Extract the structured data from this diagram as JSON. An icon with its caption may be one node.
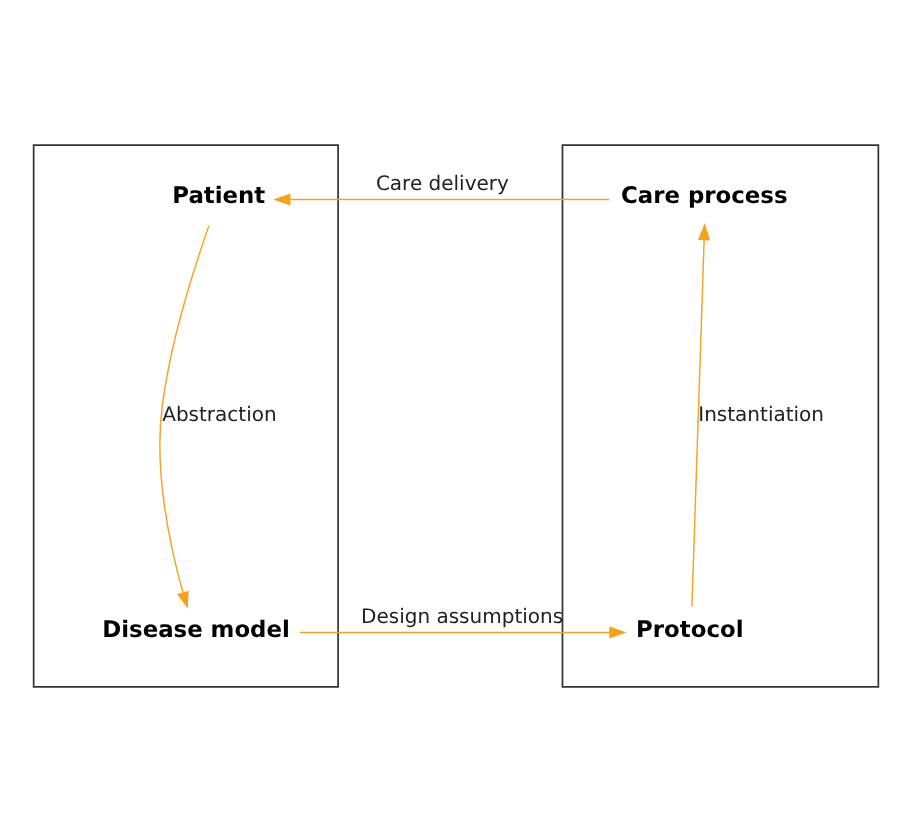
{
  "diagram": {
    "nodes": [
      {
        "text": [],
        "shape": "box"
      },
      {
        "text": [
          "Patient"
        ],
        "in": 0
      },
      {
        "text": [
          "Disease model"
        ],
        "in": 0
      },
      {
        "text": [],
        "shape": "box"
      },
      {
        "text": [
          "Care process"
        ],
        "in": 3
      },
      {
        "text": [
          "Protocol"
        ],
        "in": 3
      }
    ],
    "edges": [
      {
        "from": 4,
        "to": 1,
        "arrow": "to",
        "label": "Care delivery"
      },
      {
        "from": 1,
        "to": 2,
        "arrow": "to",
        "label": "Abstraction"
      },
      {
        "from": 2,
        "to": 5,
        "arrow": "to",
        "label": "Design assumptions"
      },
      {
        "from": 5,
        "to": 4,
        "arrow": "to",
        "label": "Instantiation"
      }
    ]
  }
}
